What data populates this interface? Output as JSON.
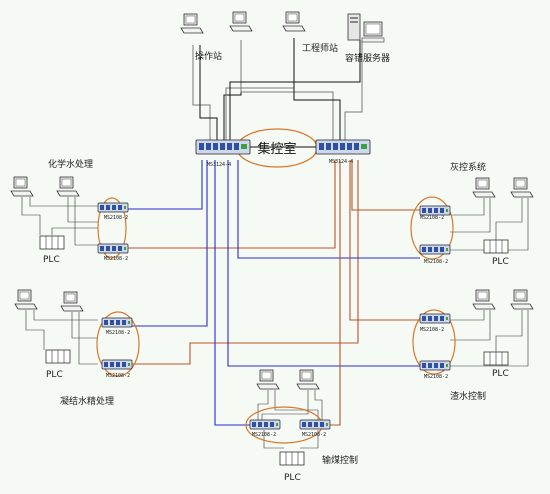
{
  "labels": {
    "operator_station": "操作站",
    "engineer_station": "工程师站",
    "fault_server": "容错服务器",
    "control_room": "集控室",
    "chem_water": "化学水处理",
    "ash_control": "灰控系统",
    "condensate": "凝结水精处理",
    "slag_water": "渣水控制",
    "coal_transport": "输煤控制",
    "plc": "PLC"
  },
  "devices": {
    "core_left": "MS3124-4",
    "core_right": "MS3124-4",
    "chem_top": "MS2108-2",
    "chem_bot": "MS2108-2",
    "ash_top": "MS2108-2",
    "ash_bot": "MS2108-2",
    "cond_top": "MS2108-2",
    "cond_bot": "MS2108-2",
    "slag_top": "MS2108-2",
    "slag_bot": "MS2108-2",
    "coal_left": "MS2108-2",
    "coal_right": "MS2108-2"
  },
  "colors": {
    "blue_link": "#2a2ad0",
    "orange_link": "#b8552a",
    "ellipse": "#d8782a",
    "grey_link": "#7a7a7a",
    "black_link": "#111111"
  }
}
